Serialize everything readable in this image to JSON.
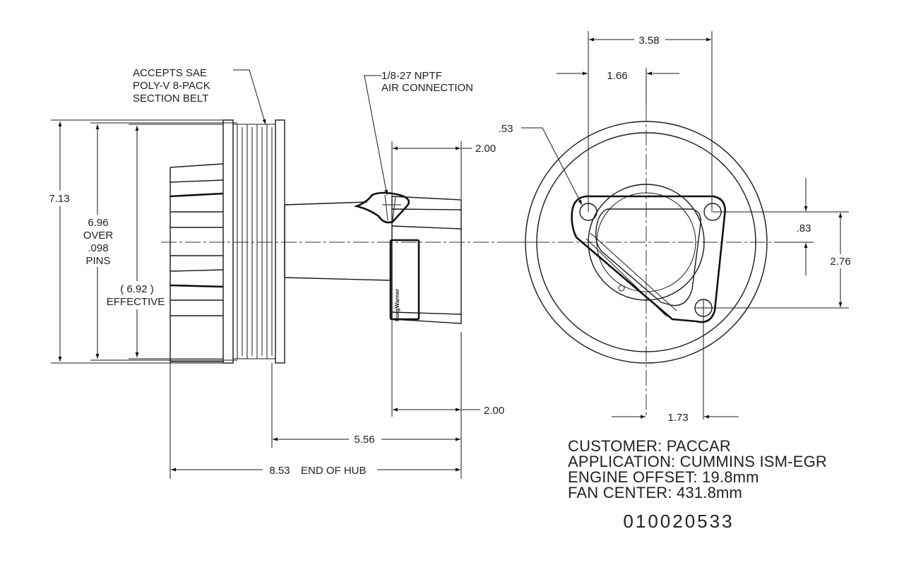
{
  "left_view": {
    "belt_note": [
      "ACCEPTS SAE",
      "POLY-V 8-PACK",
      "SECTION BELT"
    ],
    "dim_overall_dia": "7.13",
    "dim_over_pins": [
      "6.96",
      "OVER",
      ".098",
      "PINS"
    ],
    "dim_effective": [
      "( 6.92 )",
      "EFFECTIVE"
    ],
    "dim_pulley_to_hub": "5.56",
    "dim_end_of_hub_value": "8.53",
    "dim_end_of_hub_label": "END OF HUB"
  },
  "middle_view": {
    "air_note": [
      "1/8-27 NPTF",
      "AIR CONNECTION"
    ],
    "dim_top": "2.00",
    "dim_bottom": "2.00",
    "brand_mark": "BorgWarner"
  },
  "right_view": {
    "dim_width": "3.58",
    "dim_center_offset": "1.66",
    "dim_hole": ".53",
    "dim_vertical_small": ".83",
    "dim_vertical": "2.76",
    "dim_bottom": "1.73"
  },
  "title_block": {
    "lines": [
      "CUSTOMER: PACCAR",
      "APPLICATION: CUMMINS ISM-EGR",
      "ENGINE OFFSET: 19.8mm",
      "FAN CENTER: 431.8mm"
    ],
    "part_number": "010020533"
  }
}
